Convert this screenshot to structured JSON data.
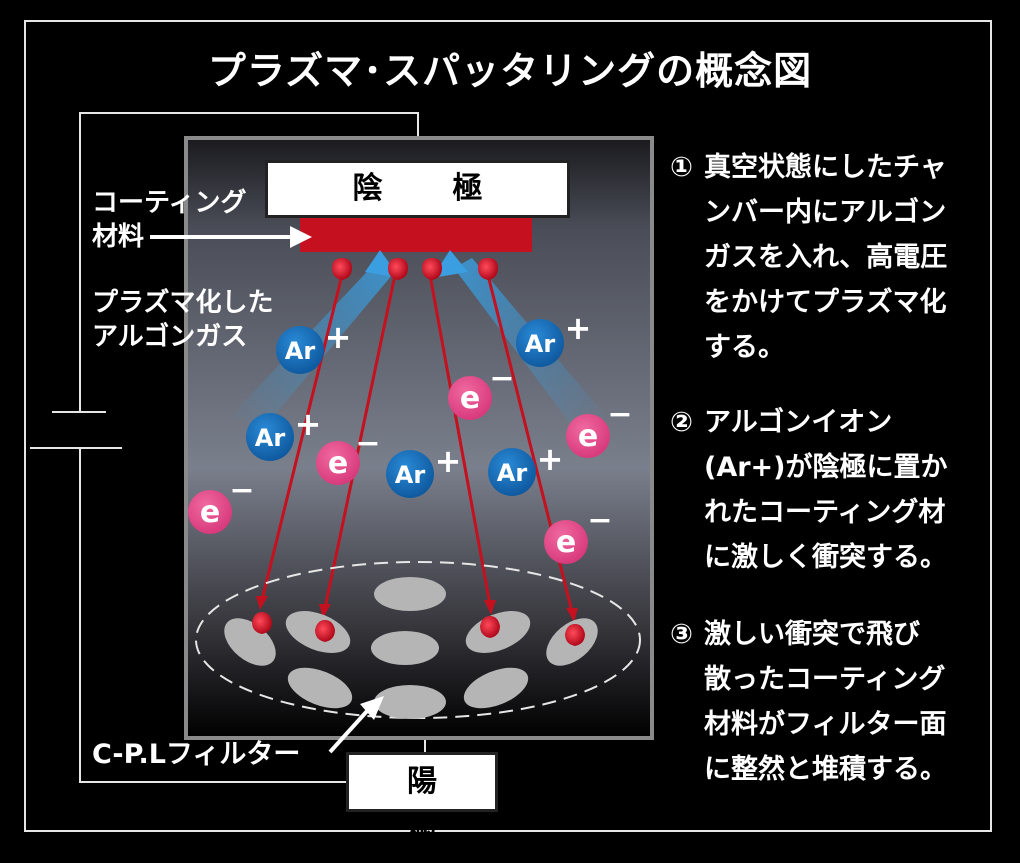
{
  "title": "プラズマ･スパッタリングの概念図",
  "electrodes": {
    "cathode": "陰　極",
    "anode": "陽　極"
  },
  "labels": {
    "coating_material": "コーティング\n材料",
    "plasma_argon": "プラズマ化した\nアルゴンガス",
    "filter": "C-P.Lフィルター"
  },
  "particles": {
    "ar": "Ar",
    "e": "e",
    "plus": "+",
    "minus": "−"
  },
  "steps": [
    {
      "num": "①",
      "text": "真空状態にしたチャ\nンバー内にアルゴン\nガスを入れ、高電圧\nをかけてプラズマ化\nする。"
    },
    {
      "num": "②",
      "text": "アルゴンイオン\n(Ar+)が陰極に置か\nれたコーティング材\nに激しく衝突する。"
    },
    {
      "num": "③",
      "text": "激しい衝突で飛び\n散ったコーティング\n材料がフィルター面\nに整然と堆積する。"
    }
  ],
  "colors": {
    "ion_blue": "#1a6fb8",
    "electron_pink": "#e84a8c",
    "target_red": "#c4101f",
    "arrow_blue": "#3a9ee0"
  }
}
